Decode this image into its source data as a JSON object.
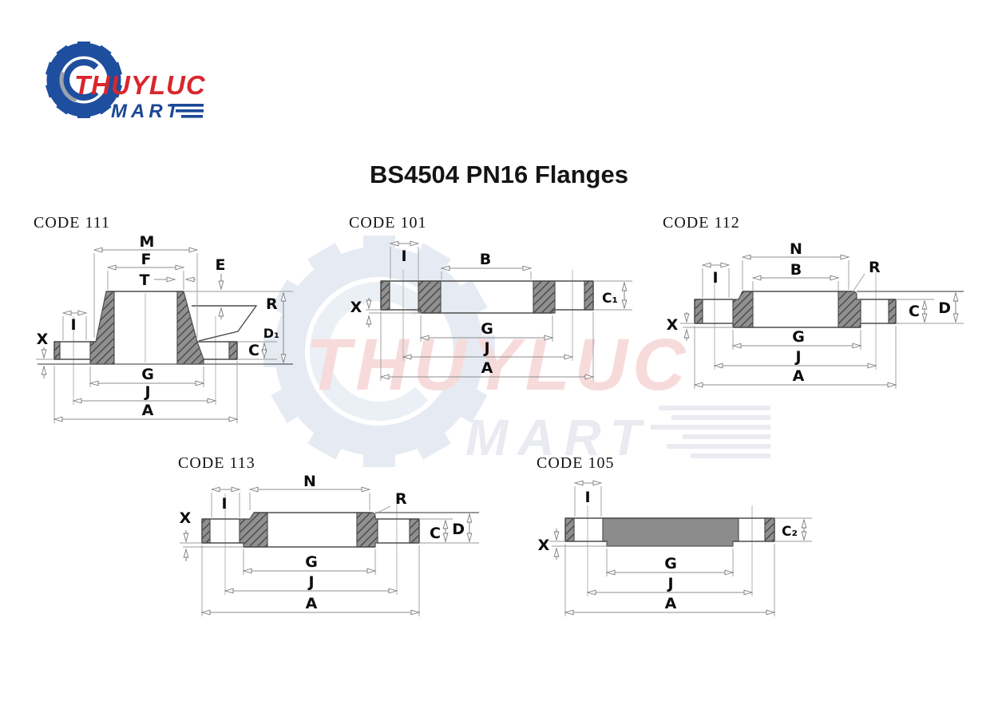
{
  "logo": {
    "brand_top": "THUYLUC",
    "brand_bottom": "MART",
    "colors": {
      "red": "#d9262c",
      "blue": "#1c4796",
      "gear_blue": "#1e4e9e"
    }
  },
  "title": "BS4504 PN16 Flanges",
  "watermark": {
    "brand_top": "THUYLUC",
    "brand_bottom": "MART"
  },
  "diagrams": [
    {
      "code": "CODE 111",
      "labels": {
        "M": "M",
        "F": "F",
        "T": "T",
        "E": "E",
        "R": "R",
        "D1": "D₁",
        "C": "C",
        "X": "X",
        "I": "I",
        "G": "G",
        "J": "J",
        "A": "A"
      }
    },
    {
      "code": "CODE 101",
      "labels": {
        "I": "I",
        "B": "B",
        "X": "X",
        "C1": "C₁",
        "G": "G",
        "J": "J",
        "A": "A"
      }
    },
    {
      "code": "CODE 112",
      "labels": {
        "N": "N",
        "B": "B",
        "R": "R",
        "I": "I",
        "X": "X",
        "C": "C",
        "D": "D",
        "G": "G",
        "J": "J",
        "A": "A"
      }
    },
    {
      "code": "CODE 113",
      "labels": {
        "N": "N",
        "I": "I",
        "R": "R",
        "X": "X",
        "C": "C",
        "D": "D",
        "G": "G",
        "J": "J",
        "A": "A"
      }
    },
    {
      "code": "CODE 105",
      "labels": {
        "I": "I",
        "X": "X",
        "C2": "C₂",
        "G": "G",
        "J": "J",
        "A": "A"
      }
    }
  ]
}
